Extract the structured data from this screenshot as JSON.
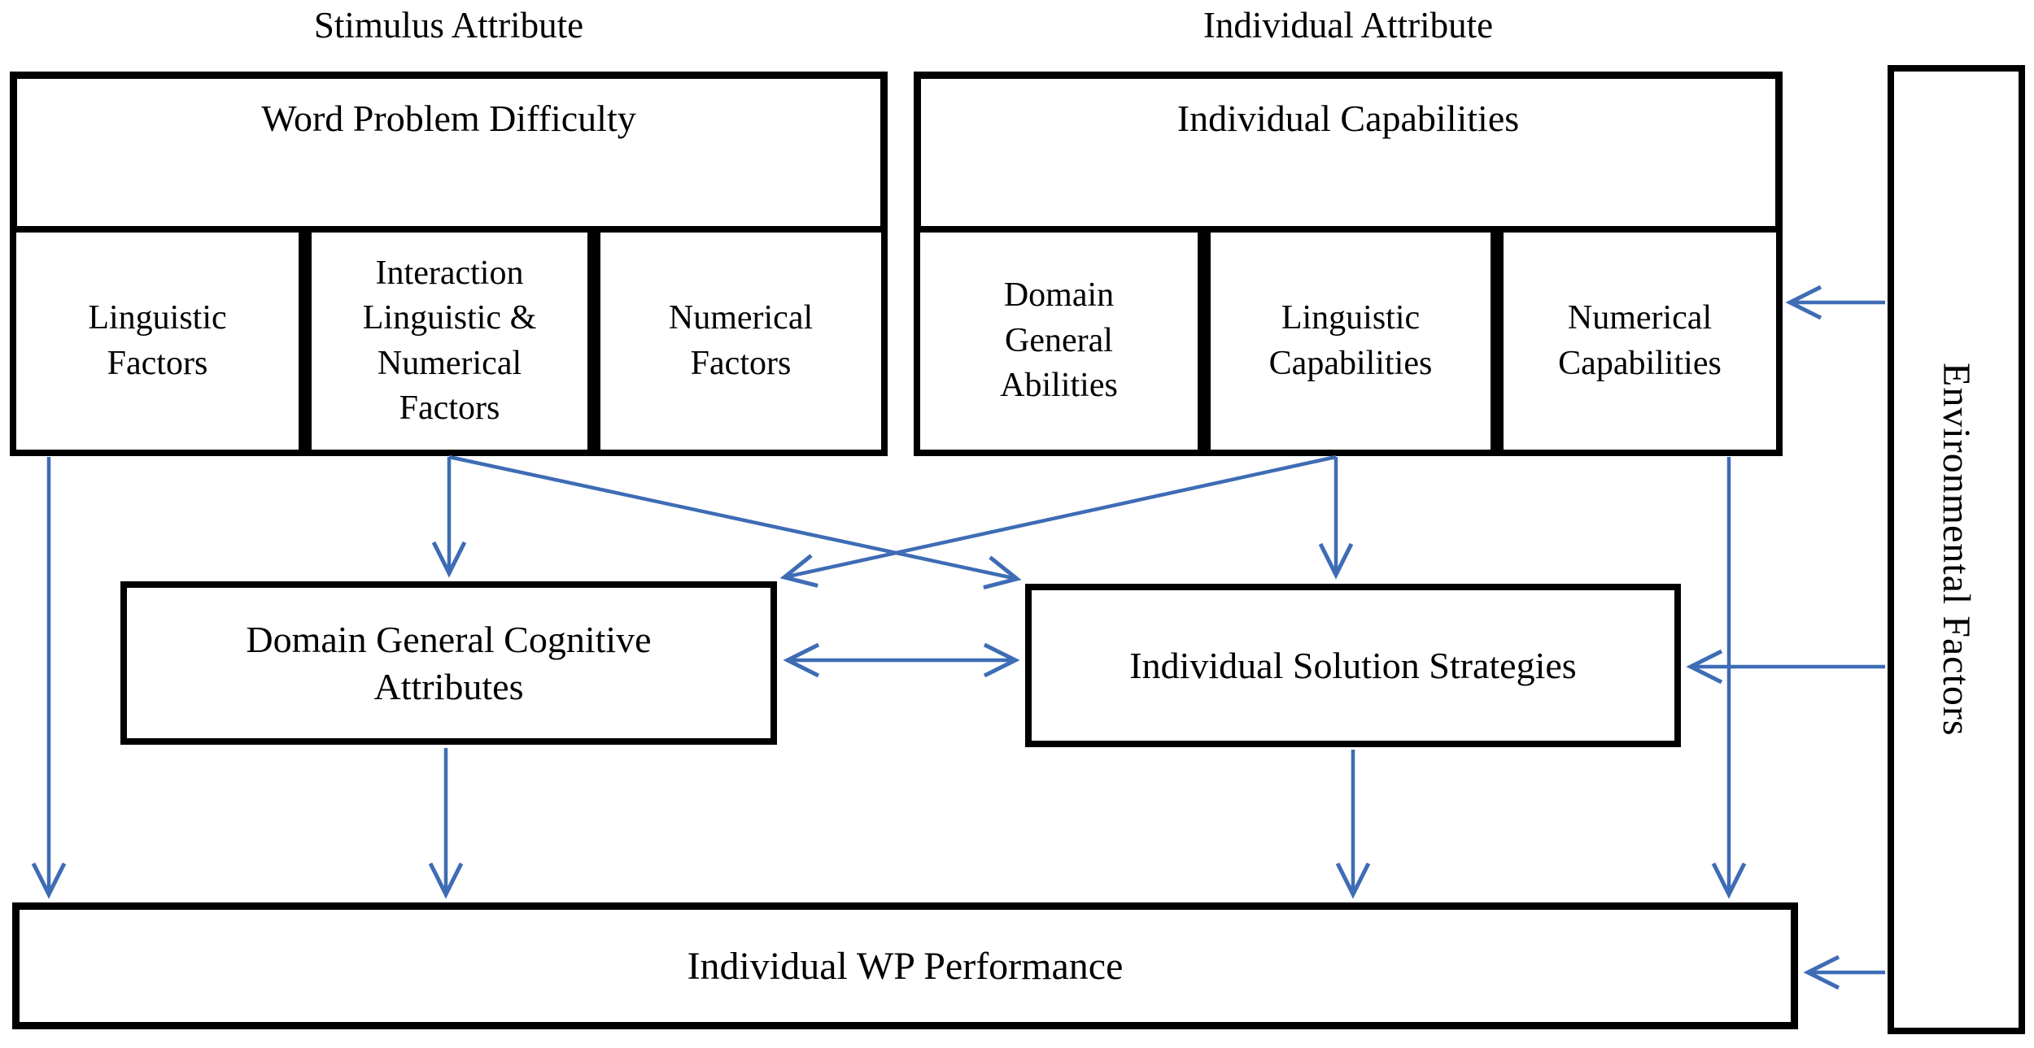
{
  "headings": {
    "stimulus": "Stimulus Attribute",
    "individual": "Individual Attribute"
  },
  "stimulus_box": {
    "title": "Word Problem Difficulty",
    "subs": [
      "Linguistic\nFactors",
      "Interaction\nLinguistic &\nNumerical\nFactors",
      "Numerical\nFactors"
    ]
  },
  "individual_box": {
    "title": "Individual Capabilities",
    "subs": [
      "Domain\nGeneral\nAbilities",
      "Linguistic\nCapabilities",
      "Numerical\nCapabilities"
    ]
  },
  "middle": {
    "dgca": "Domain General Cognitive\nAttributes",
    "iss": "Individual Solution Strategies"
  },
  "bottom": {
    "performance": "Individual WP Performance"
  },
  "environment": {
    "label": "Environmental Factors"
  },
  "colors": {
    "arrow_blue": "#3E6CB5",
    "border_black": "#000000"
  }
}
